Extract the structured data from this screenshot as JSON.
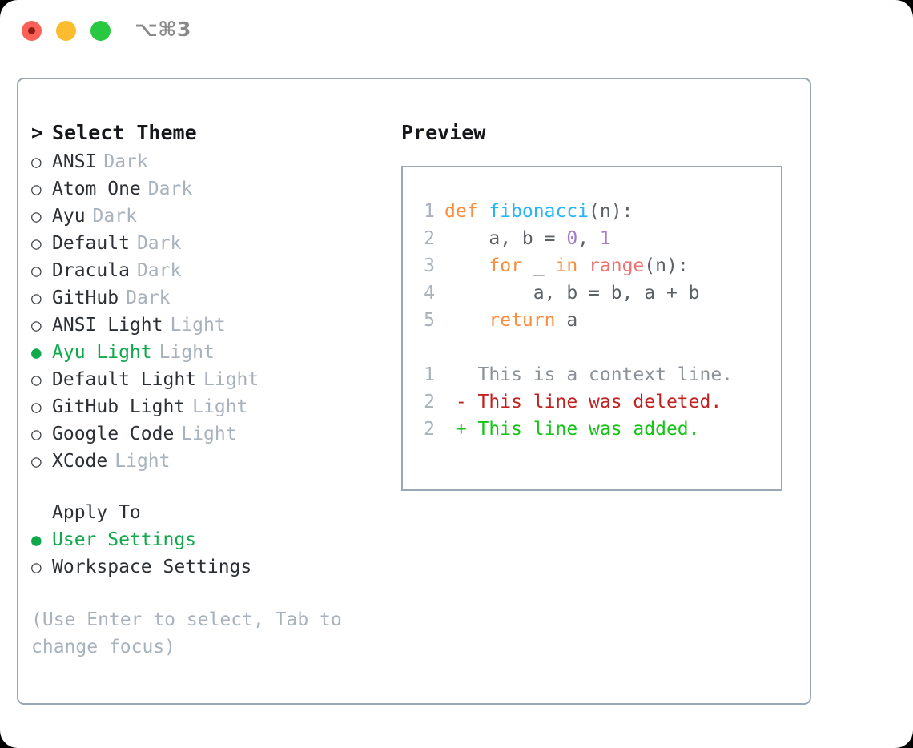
{
  "window": {
    "shortcut": "⌥⌘3",
    "traffic_lights": [
      {
        "name": "close",
        "color": "#fb6158"
      },
      {
        "name": "minimize",
        "color": "#fbbd2e"
      },
      {
        "name": "maximize",
        "color": "#28c840"
      }
    ]
  },
  "theme_picker": {
    "caret": ">",
    "title": "Select Theme",
    "bullet_off": "○",
    "bullet_on": "●",
    "items": [
      {
        "label": "ANSI",
        "kind": "Dark",
        "selected": false
      },
      {
        "label": "Atom One",
        "kind": "Dark",
        "selected": false
      },
      {
        "label": "Ayu",
        "kind": "Dark",
        "selected": false
      },
      {
        "label": "Default",
        "kind": "Dark",
        "selected": false
      },
      {
        "label": "Dracula",
        "kind": "Dark",
        "selected": false
      },
      {
        "label": "GitHub",
        "kind": "Dark",
        "selected": false
      },
      {
        "label": "ANSI Light",
        "kind": "Light",
        "selected": false
      },
      {
        "label": "Ayu Light",
        "kind": "Light",
        "selected": true
      },
      {
        "label": "Default Light",
        "kind": "Light",
        "selected": false
      },
      {
        "label": "GitHub Light",
        "kind": "Light",
        "selected": false
      },
      {
        "label": "Google Code",
        "kind": "Light",
        "selected": false
      },
      {
        "label": "XCode",
        "kind": "Light",
        "selected": false
      }
    ]
  },
  "apply_to": {
    "title": "Apply To",
    "options": [
      {
        "label": "User Settings",
        "selected": true
      },
      {
        "label": "Workspace Settings",
        "selected": false
      }
    ]
  },
  "hint": "(Use Enter to select, Tab to change focus)",
  "preview": {
    "title": "Preview",
    "code_lines": [
      {
        "lineno": "1",
        "tokens": [
          {
            "text": "def ",
            "style": "t-kw"
          },
          {
            "text": "fibonacci",
            "style": "t-fn"
          },
          {
            "text": "(n):",
            "style": "t-txt"
          }
        ]
      },
      {
        "lineno": "2",
        "tokens": [
          {
            "text": "    a, b = ",
            "style": "t-txt"
          },
          {
            "text": "0",
            "style": "t-num"
          },
          {
            "text": ", ",
            "style": "t-txt"
          },
          {
            "text": "1",
            "style": "t-num"
          }
        ]
      },
      {
        "lineno": "3",
        "tokens": [
          {
            "text": "    ",
            "style": "t-txt"
          },
          {
            "text": "for",
            "style": "t-kw"
          },
          {
            "text": " _ ",
            "style": "t-txt"
          },
          {
            "text": "in",
            "style": "t-kw"
          },
          {
            "text": " ",
            "style": "t-txt"
          },
          {
            "text": "range",
            "style": "t-call"
          },
          {
            "text": "(n):",
            "style": "t-txt"
          }
        ]
      },
      {
        "lineno": "4",
        "tokens": [
          {
            "text": "        a, b = b, a + b",
            "style": "t-txt"
          }
        ]
      },
      {
        "lineno": "5",
        "tokens": [
          {
            "text": "    ",
            "style": "t-txt"
          },
          {
            "text": "return",
            "style": "t-kw"
          },
          {
            "text": " a",
            "style": "t-txt"
          }
        ]
      }
    ],
    "diff_lines": [
      {
        "lineno": "1",
        "marker": "  ",
        "text": "This is a context line.",
        "style": "t-ctx"
      },
      {
        "lineno": "2",
        "marker": "- ",
        "text": "This line was deleted.",
        "style": "t-del"
      },
      {
        "lineno": "2",
        "marker": "+ ",
        "text": "This line was added.",
        "style": "t-add"
      }
    ]
  },
  "colors": {
    "accent_green": "#0fa84a",
    "border": "#9aa7b5",
    "muted": "#a8b2bd",
    "keyword": "#fa8d3e",
    "function": "#28b5f5",
    "call": "#f07171",
    "number": "#a37acc",
    "diff_deleted": "#c22121",
    "diff_added": "#14c414"
  }
}
